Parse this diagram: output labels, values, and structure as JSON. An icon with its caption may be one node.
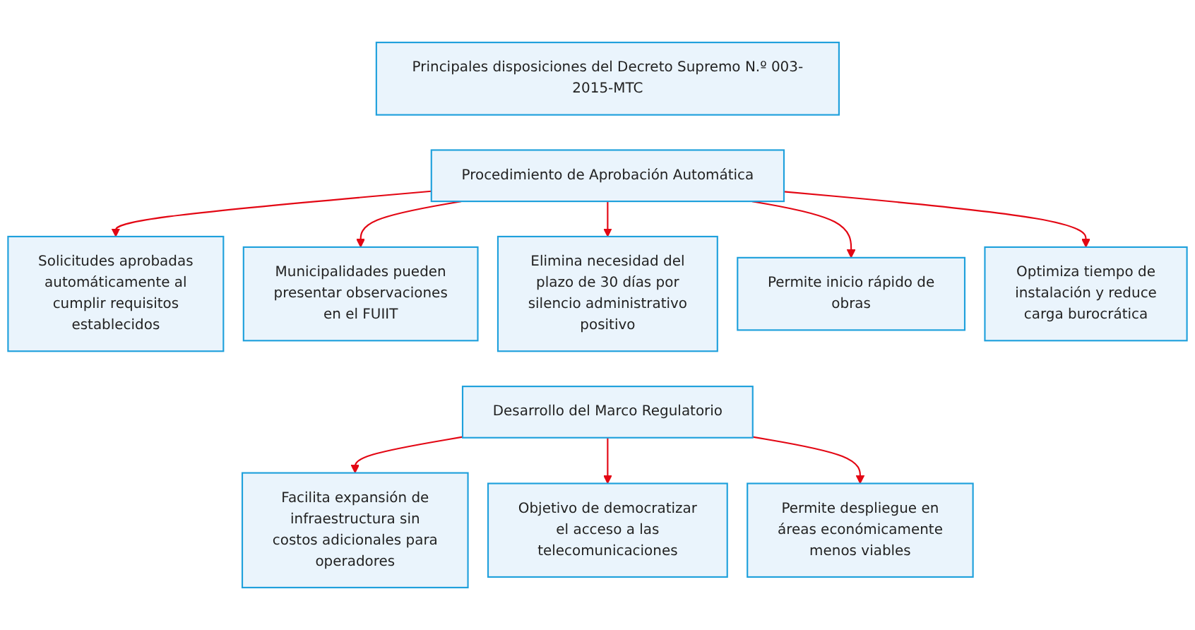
{
  "diagram": {
    "nodes": [
      {
        "text": [
          "Principales disposiciones del Decreto Supremo N.º 003-2015-MTC"
        ]
      },
      {
        "text": [
          "Procedimiento de Aprobación Automática"
        ]
      },
      {
        "text": [
          "Solicitudes aprobadas automáticamente al cumplir requisitos establecidos"
        ]
      },
      {
        "text": [
          "Municipalidades pueden presentar observaciones en el FUIIT"
        ]
      },
      {
        "text": [
          "Elimina necesidad del plazo de 30 días por silencio administrativo positivo"
        ]
      },
      {
        "text": [
          "Permite inicio rápido de obras"
        ]
      },
      {
        "text": [
          "Optimiza tiempo de instalación y reduce carga burocrática"
        ]
      },
      {
        "text": [
          "Desarrollo del Marco Regulatorio"
        ]
      },
      {
        "text": [
          "Facilita expansión de infraestructura sin costos adicionales para operadores"
        ]
      },
      {
        "text": [
          "Objetivo de democratizar el acceso a las telecomunicaciones"
        ]
      },
      {
        "text": [
          "Permite despliegue en áreas económicamente menos viables"
        ]
      }
    ],
    "edges": [
      {
        "from": 1,
        "to": 2,
        "arrow": "to"
      },
      {
        "from": 1,
        "to": 3,
        "arrow": "to"
      },
      {
        "from": 1,
        "to": 4,
        "arrow": "to"
      },
      {
        "from": 1,
        "to": 5,
        "arrow": "to"
      },
      {
        "from": 1,
        "to": 6,
        "arrow": "to"
      },
      {
        "from": 7,
        "to": 8,
        "arrow": "to"
      },
      {
        "from": 7,
        "to": 9,
        "arrow": "to"
      },
      {
        "from": 7,
        "to": 10,
        "arrow": "to"
      }
    ]
  }
}
